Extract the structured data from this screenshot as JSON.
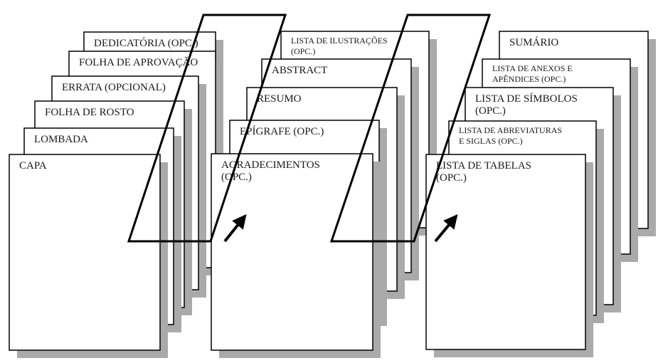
{
  "stacks": [
    {
      "pages": [
        {
          "label": "DEDICATÓRIA (OPC.)"
        },
        {
          "label": "FOLHA DE APROVAÇÃO"
        },
        {
          "label": "ERRATA (OPCIONAL)"
        },
        {
          "label": "FOLHA DE ROSTO"
        },
        {
          "label": "LOMBADA"
        },
        {
          "label": "CAPA"
        }
      ]
    },
    {
      "pages": [
        {
          "label": "LISTA DE  ILUSTRAÇÕES",
          "label2": "(OPC.)"
        },
        {
          "label": "ABSTRACT"
        },
        {
          "label": "RESUMO"
        },
        {
          "label": "EPÍGRAFE (OPC.)"
        },
        {
          "label": "AGRADECIMENTOS",
          "label2": "(OPC.)"
        }
      ]
    },
    {
      "pages": [
        {
          "label": "SUMÁRIO"
        },
        {
          "label": "LISTA DE ANEXOS E",
          "label2": "APÊNDICES (OPC.)"
        },
        {
          "label": "LISTA DE SÍMBOLOS",
          "label2": "(OPC.)"
        },
        {
          "label": "LISTA DE ABREVIATURAS",
          "label2": "E SIGLAS (OPC.)"
        },
        {
          "label": "LISTA DE TABELAS",
          "label2": "(OPC.)"
        }
      ]
    }
  ],
  "colors": {
    "page_fill": "#ffffff",
    "page_border": "#000000",
    "shadow": "#aaaaaa",
    "connector": "#000000"
  }
}
